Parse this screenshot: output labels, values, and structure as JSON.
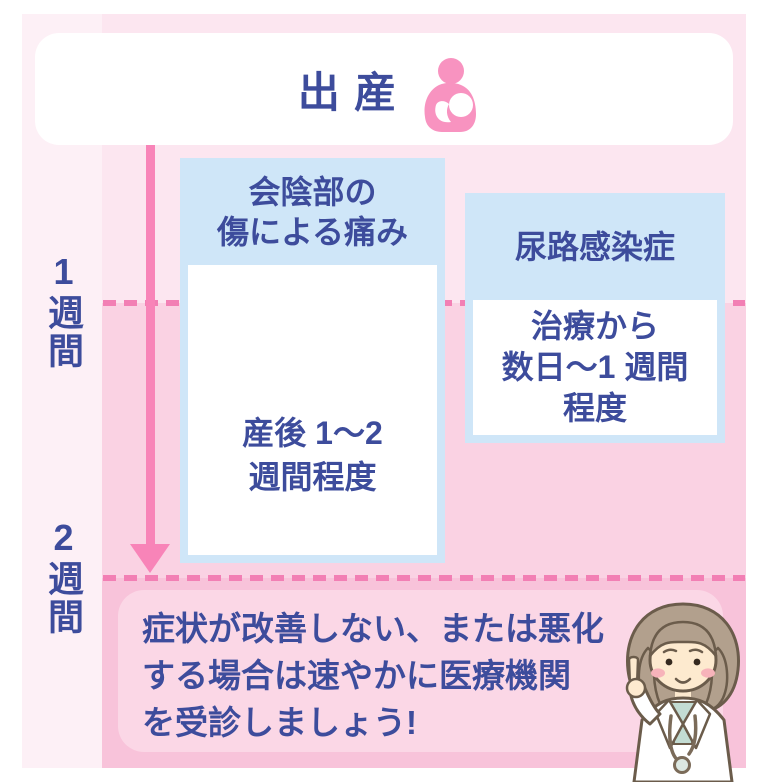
{
  "colors": {
    "ink": "#3d4c9c",
    "accent-pink": "#f884b8",
    "dash-pink": "#f27fb4",
    "icon-pink": "#f893c0",
    "panel-pink": "#fdf0f6",
    "col-top-pink": "#fce6f0",
    "col-mid-pink": "#fad2e3",
    "col-bot-pink": "#f8c3da",
    "message-pink": "#fbd7e6",
    "box-blue": "#cfe6f8",
    "box-white": "#ffffff"
  },
  "header": {
    "title": "出産",
    "icon": "mother-nursing-baby"
  },
  "timeline": {
    "week1": "1週間",
    "week2": "2週間"
  },
  "boxes": [
    {
      "id": "perineal-pain",
      "header_lines": [
        "会陰部の",
        "傷による痛み"
      ],
      "body_lines": [
        "産後 1〜2",
        "週間程度"
      ]
    },
    {
      "id": "urinary-tract-infection",
      "header_lines": [
        "尿路感染症"
      ],
      "body_lines": [
        "治療から",
        "数日〜1 週間",
        "程度"
      ]
    }
  ],
  "message": {
    "lines": [
      "症状が改善しない、または悪化",
      "する場合は速やかに医療機関",
      "を受診しましょう!"
    ]
  }
}
